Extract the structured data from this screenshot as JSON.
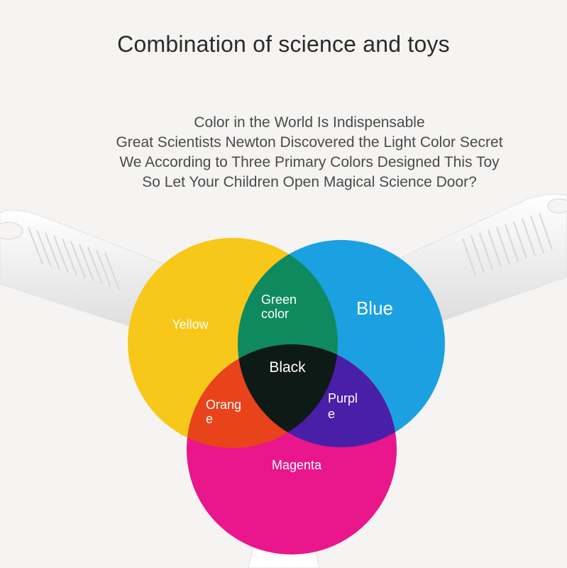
{
  "heading": "Combination of science and toys",
  "intro_lines": [
    "Color in the World Is Indispensable",
    "Great Scientists Newton Discovered the Light Color Secret",
    "We According to Three Primary Colors Designed This Toy",
    "So Let Your Children Open Magical Science Door?"
  ],
  "filters": {
    "yellow": {
      "label": "Yellow",
      "color": "#f7c81a"
    },
    "blue": {
      "label": "Blue",
      "color": "#1ba1e2"
    },
    "magenta": {
      "label": "Magenta",
      "color": "#ea168c"
    }
  },
  "overlaps": {
    "green": {
      "line1": "Green",
      "line2": "color",
      "color": "#0f8a5f"
    },
    "orange": {
      "line1": "Orang",
      "line2": "e",
      "color": "#e8431a"
    },
    "purple": {
      "line1": "Purpl",
      "line2": "e",
      "color": "#4a1fa8"
    },
    "black": {
      "label": "Black",
      "color": "#0e1a16"
    }
  }
}
